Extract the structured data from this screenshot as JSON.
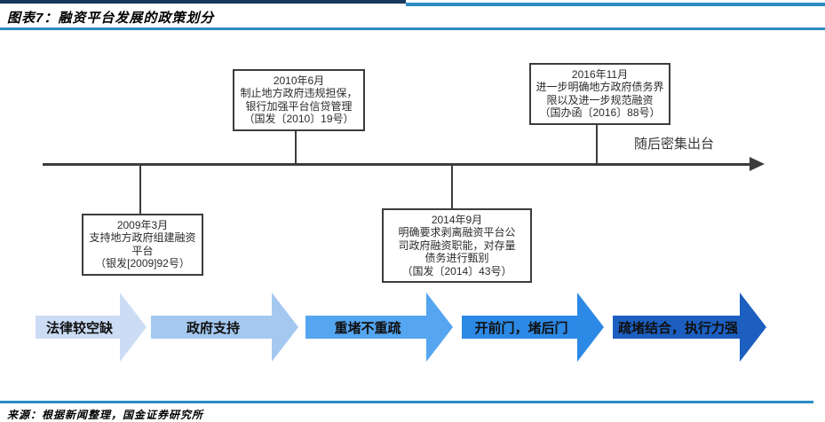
{
  "header": {
    "title": "图表7：融资平台发展的政策划分"
  },
  "timeline": {
    "note": "随后密集出台",
    "events": {
      "e2010": {
        "text": "2010年6月\n制止地方政府违规担保，\n银行加强平台信贷管理\n（国发〔2010〕19号）"
      },
      "e2016": {
        "text": "2016年11月\n进一步明确地方政府债务界\n限以及进一步规范融资\n（国办函〔2016〕88号）"
      },
      "e2009": {
        "text": "2009年3月\n支持地方政府组建融资\n平台\n（银发[2009]92号）"
      },
      "e2014": {
        "text": "2014年9月\n明确要求剥离融资平台公\n司政府融资职能，对存量\n债务进行甄别\n（国发〔2014〕43号）"
      }
    }
  },
  "stages": [
    {
      "label": "法律较空缺",
      "color": "#cbdcf4"
    },
    {
      "label": "政府支持",
      "color": "#a5c8f0"
    },
    {
      "label": "重堵不重疏",
      "color": "#55a5f0"
    },
    {
      "label": "开前门，堵后门",
      "color": "#2d89e6"
    },
    {
      "label": "疏堵结合，执行力强",
      "color": "#1c5fc0"
    }
  ],
  "colors": {
    "header_dark": "#17375e",
    "rule_blue": "#2b8cc4",
    "axis": "#3c3c3c"
  },
  "footer": {
    "source": "来源：根据新闻整理，国金证券研究所"
  }
}
